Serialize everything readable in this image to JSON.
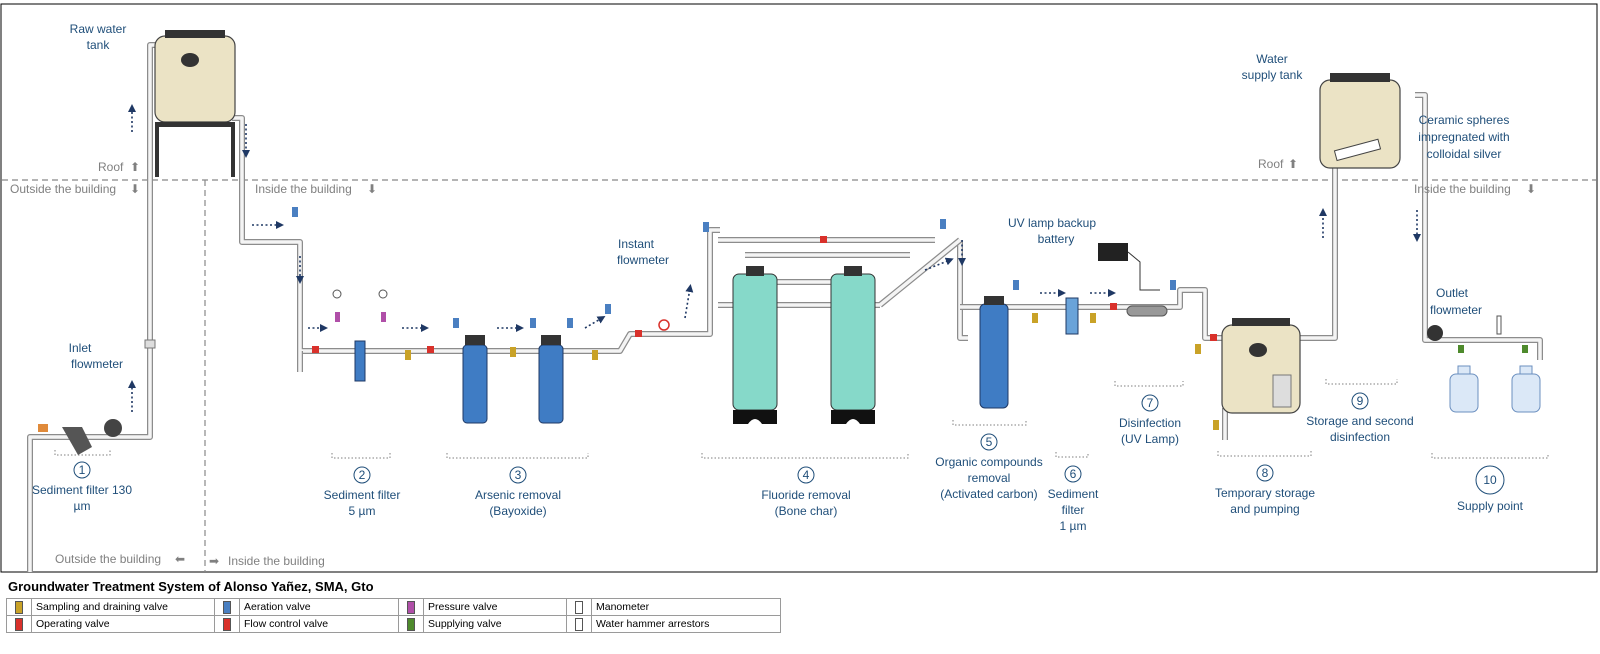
{
  "title": "Groundwater Treatment System of Alonso Yañez, SMA, Gto",
  "zones": {
    "roof": "Roof",
    "outside": "Outside the building",
    "inside": "Inside the building",
    "outside_bottom": "Outside the building",
    "inside_bottom": "Inside the building"
  },
  "tanks": {
    "raw": [
      "Raw water",
      "tank"
    ],
    "supply": [
      "Water",
      "supply tank"
    ]
  },
  "labels": {
    "inlet_flowmeter": [
      "Inlet",
      "flowmeter"
    ],
    "instant_flowmeter": [
      "Instant",
      "flowmeter"
    ],
    "uv_battery": [
      "UV lamp backup",
      "battery"
    ],
    "ceramic": [
      "Ceramic spheres",
      "impregnated with",
      "colloidal silver"
    ],
    "outlet_flowmeter": [
      "Outlet",
      "flowmeter"
    ]
  },
  "stages": [
    {
      "num": "1",
      "lines": [
        "Sediment filter 130",
        "µm"
      ]
    },
    {
      "num": "2",
      "lines": [
        "Sediment filter",
        "5 µm"
      ]
    },
    {
      "num": "3",
      "lines": [
        "Arsenic removal",
        "(Bayoxide)"
      ]
    },
    {
      "num": "4",
      "lines": [
        "Fluoride removal",
        "(Bone char)"
      ]
    },
    {
      "num": "5",
      "lines": [
        "Organic compounds",
        "removal",
        "(Activated carbon)"
      ]
    },
    {
      "num": "6",
      "lines": [
        "Sediment",
        "filter",
        "1 µm"
      ]
    },
    {
      "num": "7",
      "lines": [
        "Disinfection",
        "(UV Lamp)"
      ]
    },
    {
      "num": "8",
      "lines": [
        "Temporary storage",
        "and pumping"
      ]
    },
    {
      "num": "9",
      "lines": [
        "Storage and second",
        "disinfection"
      ]
    },
    {
      "num": "10",
      "lines": [
        "Supply point"
      ]
    }
  ],
  "legend": [
    [
      {
        "icon": "sampling-draining-valve-icon",
        "color": "#c9a227",
        "label": "Sampling and draining valve"
      },
      {
        "icon": "aeration-valve-icon",
        "color": "#4a7fc1",
        "label": "Aeration valve"
      },
      {
        "icon": "pressure-valve-icon",
        "color": "#b04fa8",
        "label": "Pressure valve"
      },
      {
        "icon": "manometer-icon",
        "color": "#ffffff",
        "label": "Manometer"
      }
    ],
    [
      {
        "icon": "operating-valve-icon",
        "color": "#d9312b",
        "label": "Operating valve"
      },
      {
        "icon": "flow-control-valve-icon",
        "color": "#d9312b",
        "label": "Flow control valve"
      },
      {
        "icon": "supplying-valve-icon",
        "color": "#4e8a2c",
        "label": "Supplying valve"
      },
      {
        "icon": "water-hammer-arrestor-icon",
        "color": "#ffffff",
        "label": "Water hammer arrestors"
      }
    ]
  ],
  "colors": {
    "tank": "#ebe3c5",
    "column_blue": "#3f7cc4",
    "column_teal": "#86d9c9",
    "pipe": "#8c8c8c",
    "text": "#1f4e79",
    "zone_text": "#808080"
  }
}
